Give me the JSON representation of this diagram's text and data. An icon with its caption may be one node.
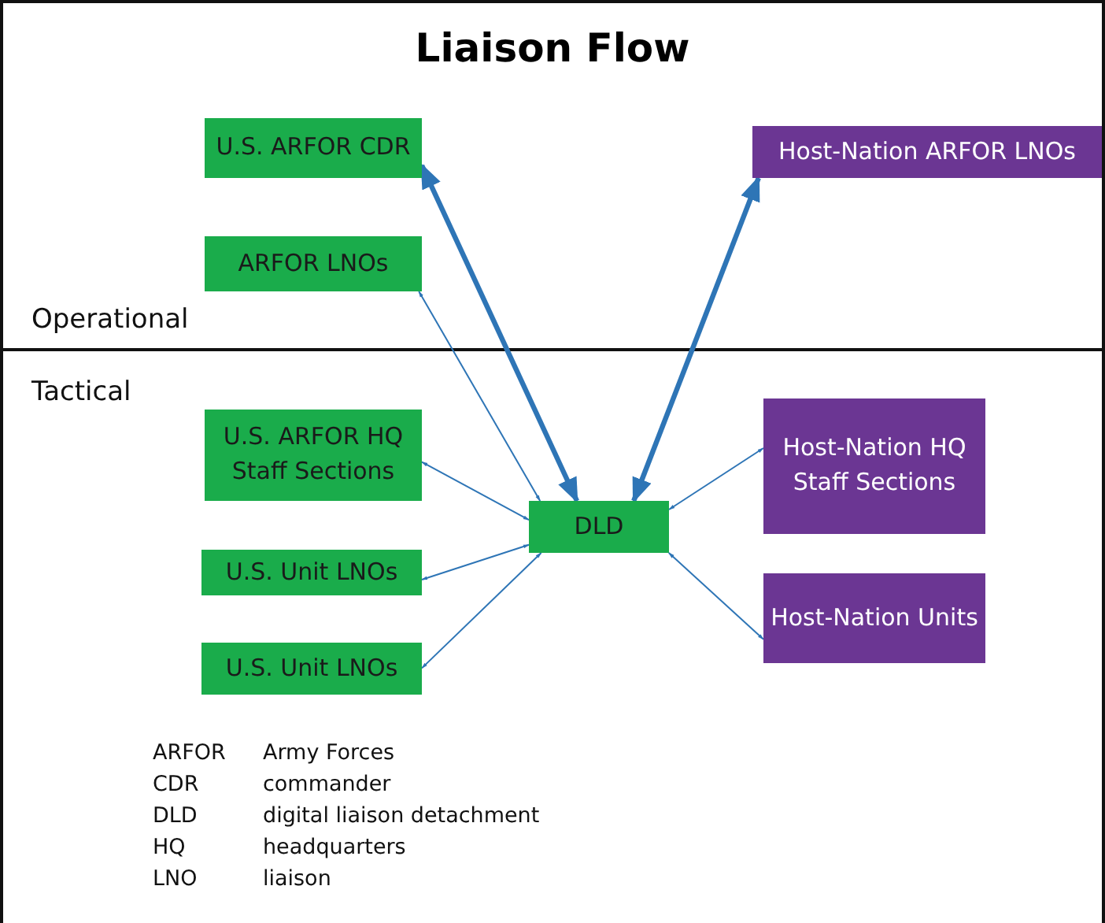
{
  "diagram": {
    "title": "Liaison Flow",
    "nodes": [
      {
        "text": [
          "U.S. ARFOR CDR"
        ]
      },
      {
        "text": [
          "ARFOR LNOs"
        ]
      },
      {
        "text": [
          "Host-Nation ARFOR LNOs"
        ]
      },
      {
        "text": [
          "U.S. ARFOR HQ Staff Sections"
        ]
      },
      {
        "text": [
          "DLD"
        ]
      },
      {
        "text": [
          "Host-Nation HQ Staff Sections"
        ]
      },
      {
        "text": [
          "U.S. Unit LNOs"
        ]
      },
      {
        "text": [
          "U.S. Unit LNOs"
        ]
      },
      {
        "text": [
          "Host-Nation Units"
        ]
      }
    ],
    "edges": [
      {
        "from": 0,
        "to": 4,
        "arrow": "both",
        "style": "thick"
      },
      {
        "from": 2,
        "to": 4,
        "arrow": "both",
        "style": "thick"
      },
      {
        "from": 1,
        "to": 4,
        "arrow": "both"
      },
      {
        "from": 3,
        "to": 4,
        "arrow": "both"
      },
      {
        "from": 6,
        "to": 4,
        "arrow": "both"
      },
      {
        "from": 7,
        "to": 4,
        "arrow": "both"
      },
      {
        "from": 5,
        "to": 4,
        "arrow": "both"
      },
      {
        "from": 8,
        "to": 4,
        "arrow": "both"
      }
    ],
    "labels": [
      "Operational",
      "Tactical",
      "ARFOR",
      "Army Forces",
      "CDR",
      "commander",
      "DLD",
      "digital liaison detachment",
      "HQ",
      "headquarters",
      "LNO",
      "liaison"
    ]
  }
}
